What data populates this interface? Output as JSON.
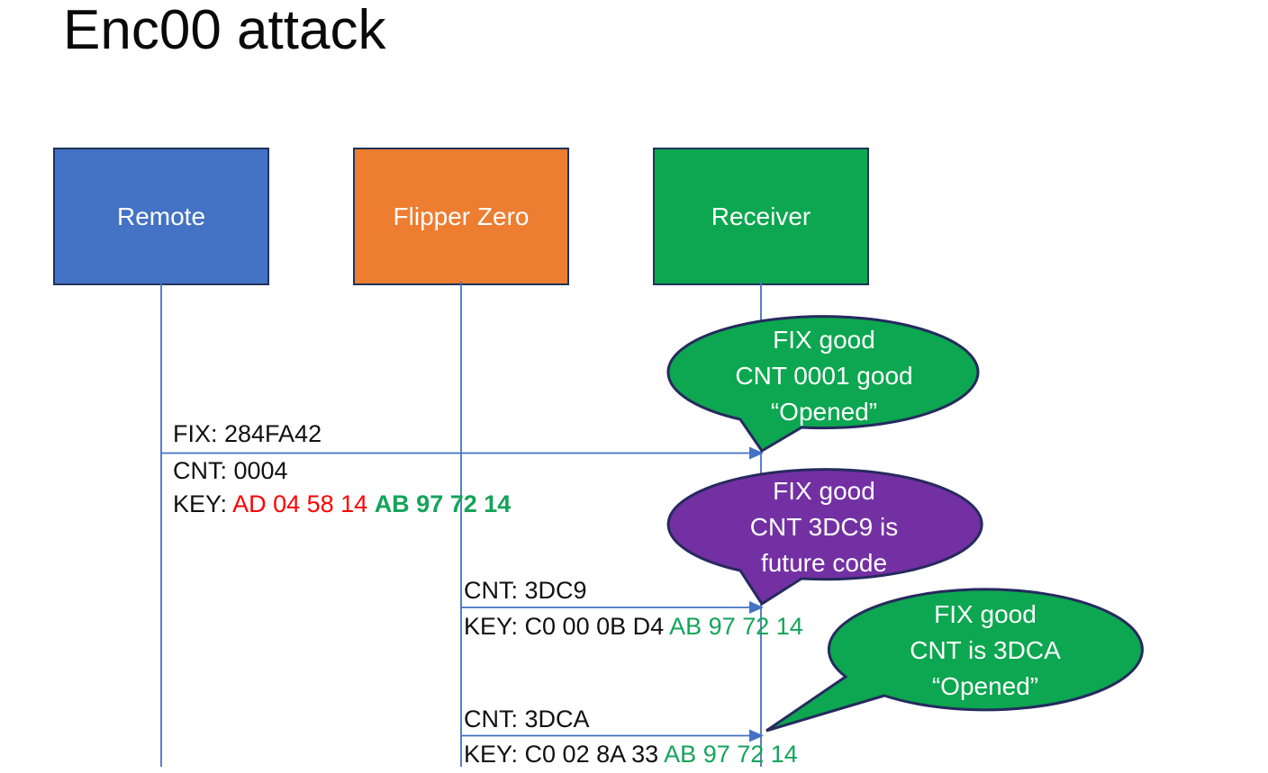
{
  "title": "Enc00 attack",
  "actors": {
    "remote": {
      "label": "Remote"
    },
    "flipper": {
      "label": "Flipper Zero"
    },
    "receiver": {
      "label": "Receiver"
    }
  },
  "messages": {
    "m1": {
      "fix": "FIX: 284FA42",
      "cnt": "CNT: 0004",
      "key_prefix": "KEY: ",
      "key_red": "AD 04 58 14 ",
      "key_green": "AB 97 72 14"
    },
    "m2": {
      "cnt": "CNT: 3DC9",
      "key_black": "KEY: C0 00 0B D4 ",
      "key_green": "AB 97 72 14"
    },
    "m3": {
      "cnt": "CNT: 3DCA",
      "key_black": "KEY: C0 02 8A 33 ",
      "key_green": "AB 97 72 14"
    }
  },
  "bubbles": {
    "b1": {
      "l1": "FIX good",
      "l2": "CNT 0001 good",
      "l3": "“Opened”"
    },
    "b2": {
      "l1": "FIX good",
      "l2": "CNT 3DC9 is",
      "l3": "future code"
    },
    "b3": {
      "l1": "FIX good",
      "l2": "CNT is 3DCA",
      "l3": "“Opened”"
    }
  },
  "colors": {
    "accent_blue": "#4472C4",
    "accent_orange": "#ED7D31",
    "accent_green": "#0CA750",
    "accent_purple": "#7330A3",
    "box_border_navy": "#1F3459",
    "bubble_border_navy": "#262A5E",
    "key_red": "#FF0000",
    "key_green": "#14A45A",
    "line_blue": "#4472C4"
  }
}
